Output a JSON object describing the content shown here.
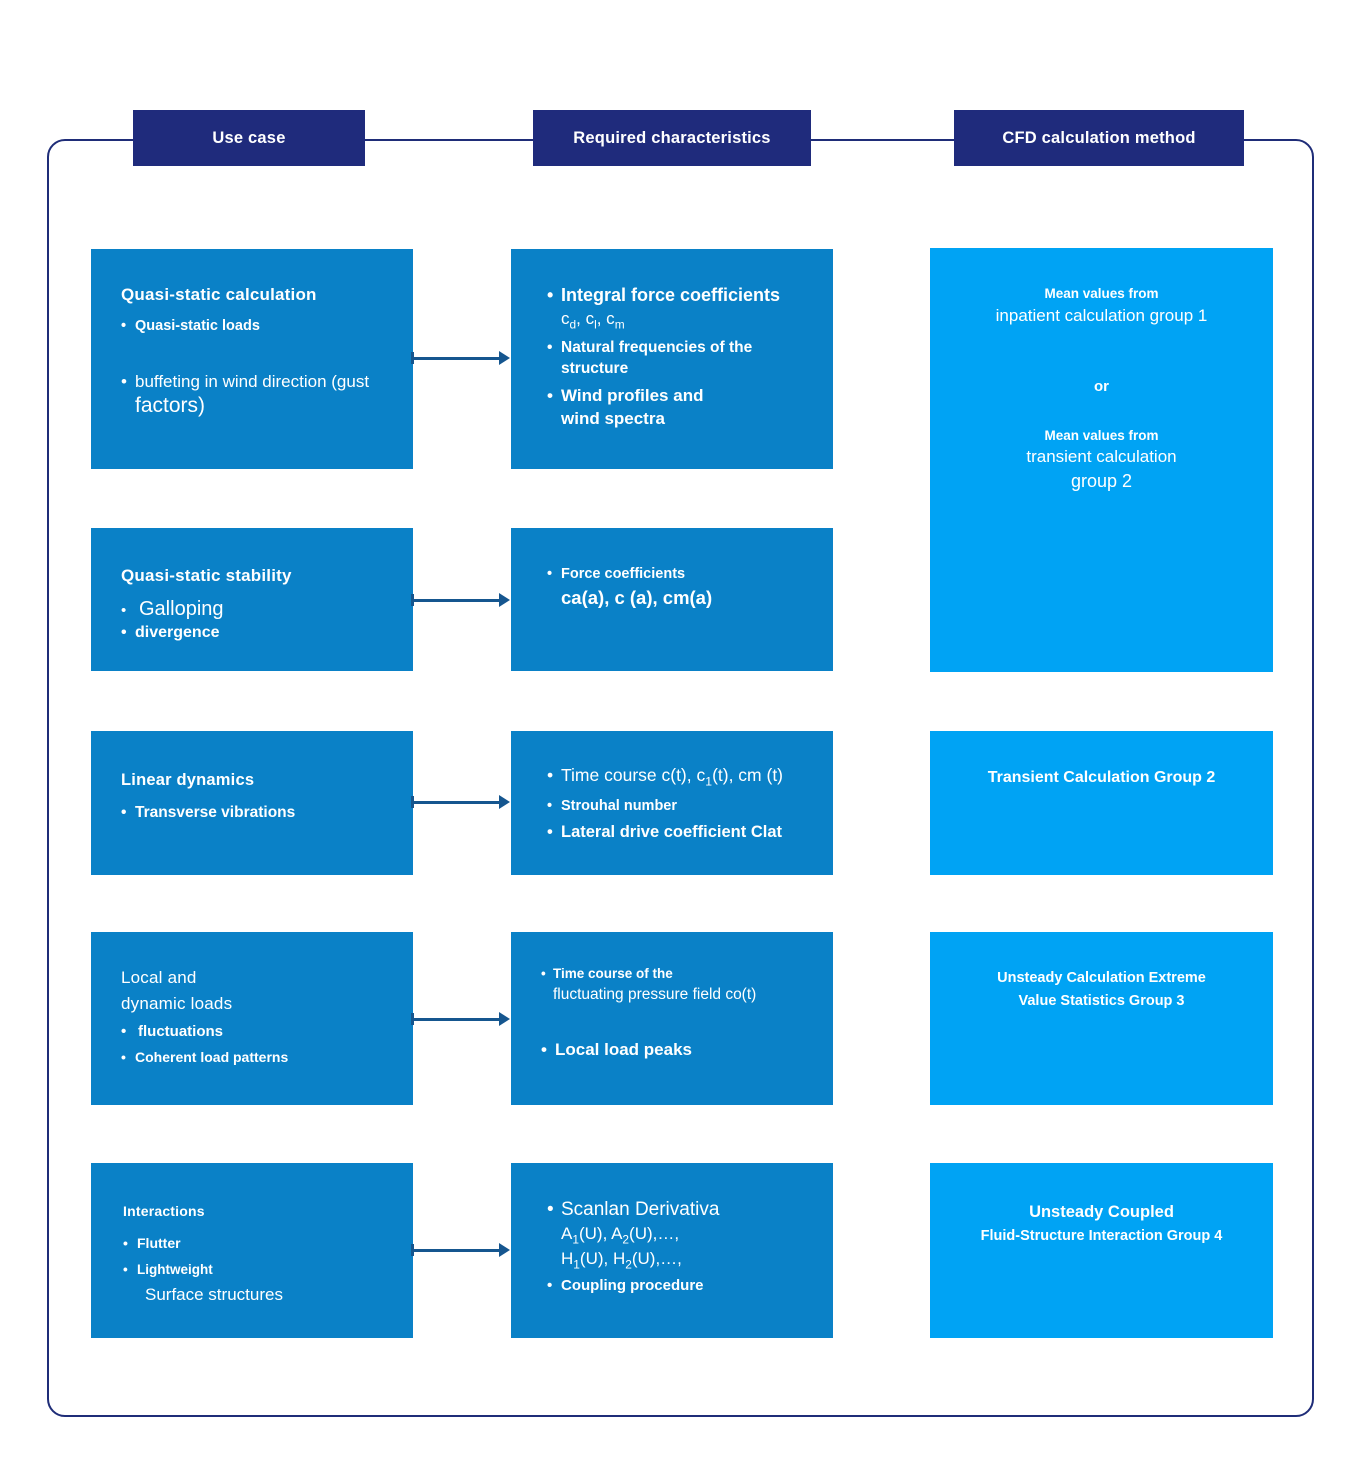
{
  "headers": {
    "use_case": "Use case",
    "required_characteristics": "Required characteristics",
    "cfd_method": "CFD calculation method"
  },
  "colors": {
    "header_bg": "#1f2b7c",
    "box_blue": "#0a81c7",
    "box_bright_blue": "#00a3f4",
    "frame_line": "#1f2d78",
    "arrow": "#15568f",
    "text": "#ffffff"
  },
  "rows": [
    {
      "use_case": {
        "title": "Quasi-static calculation",
        "bullet1": "Quasi-static loads",
        "bullet2_line1": "buffeting in wind direction (gust",
        "bullet2_line2": "factors)"
      },
      "characteristics": {
        "bullet1": "Integral force coefficients",
        "bullet1_sub_html": "c<sub>d</sub>, c<sub>l</sub>, c<sub>m</sub>",
        "bullet2_line1": "Natural frequencies of the",
        "bullet2_line2": "structure",
        "bullet3_line1": "Wind profiles and",
        "bullet3_line2": "wind spectra"
      },
      "method": {
        "line1": "Mean values from",
        "line2": "inpatient calculation group 1",
        "or_label": "or",
        "line3": "Mean values from",
        "line4": "transient calculation",
        "line5": "group 2"
      }
    },
    {
      "use_case": {
        "title": "Quasi-static stability",
        "bullet1": "Galloping",
        "bullet2": "divergence"
      },
      "characteristics": {
        "bullet1": "Force coefficients",
        "bullet1_sub": "ca(a), c (a), cm(a)"
      }
    },
    {
      "use_case": {
        "title": "Linear dynamics",
        "bullet1": "Transverse vibrations"
      },
      "characteristics": {
        "bullet1_html": "Time course c(t), c<sub>1</sub>(t), cm (t)",
        "bullet2": "Strouhal number",
        "bullet3": "Lateral drive coefficient Clat"
      },
      "method": {
        "line1": "Transient Calculation Group 2"
      }
    },
    {
      "use_case": {
        "title_line1": "Local and",
        "title_line2": "dynamic loads",
        "bullet1": "fluctuations",
        "bullet2": "Coherent load patterns"
      },
      "characteristics": {
        "bullet1_line1": "Time course of the",
        "bullet1_line2": "fluctuating pressure field co(t)",
        "bullet2": "Local load peaks"
      },
      "method": {
        "line1": "Unsteady Calculation Extreme",
        "line2": "Value Statistics Group 3"
      }
    },
    {
      "use_case": {
        "title": "Interactions",
        "bullet1": "Flutter",
        "bullet2": "Lightweight",
        "bullet2_line2": "Surface structures"
      },
      "characteristics": {
        "bullet1": "Scanlan Derivativa",
        "deriv_line1_html": "A<sub>1</sub>(U), A<sub>2</sub>(U),…,",
        "deriv_line2_html": "H<sub>1</sub>(U), H<sub>2</sub>(U),…,",
        "bullet2": "Coupling procedure"
      },
      "method": {
        "line1": "Unsteady Coupled",
        "line2": "Fluid-Structure Interaction Group 4"
      }
    }
  ]
}
